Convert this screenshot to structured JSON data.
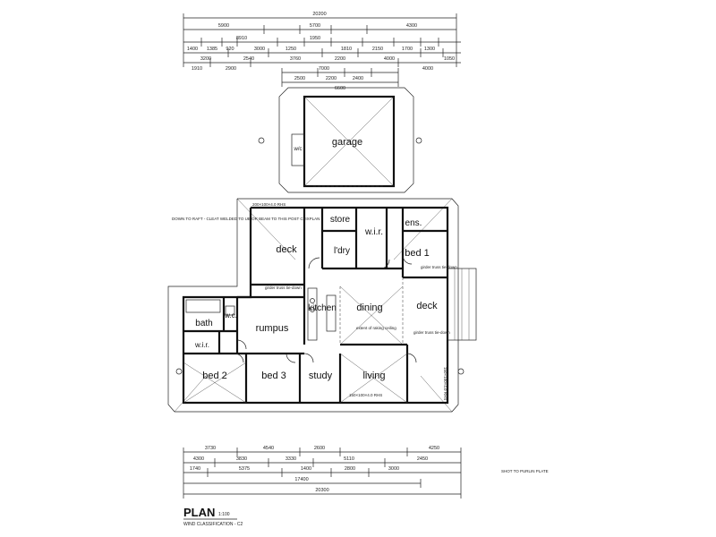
{
  "plan": {
    "title": "PLAN",
    "scale": "1:100",
    "wind_classification": "WIND CLASSIFICATION - C2"
  },
  "rooms": {
    "garage": "garage",
    "wc_garage": "w/c",
    "store": "store",
    "wir_master": "w.i.r.",
    "ens": "ens.",
    "deck_nw": "deck",
    "ldry": "l'dry",
    "bed1": "bed 1",
    "kitchen": "kitchen",
    "dining": "dining",
    "deck_e": "deck",
    "bath": "bath",
    "wc_bath": "w.c.",
    "wir_bed2": "w.i.r.",
    "rumpus": "rumpus",
    "bed2": "bed 2",
    "bed3": "bed 3",
    "study": "study",
    "living": "living"
  },
  "dimensions": {
    "top_overall": "20200",
    "top_row1": [
      "5900",
      "5700",
      "4300"
    ],
    "top_row2": [
      "8910",
      "1950"
    ],
    "top_row3": [
      "1400",
      "1385",
      "920",
      "3000",
      "1250",
      "1810",
      "2150",
      "1700",
      "1300"
    ],
    "top_row4": [
      "3200",
      "2540",
      "3760",
      "2200",
      "4000",
      "1050"
    ],
    "top_row5": [
      "1910",
      "2900",
      "7000",
      "4000"
    ],
    "garage_top": [
      "2500",
      "2200",
      "2400"
    ],
    "garage_overall": "6600",
    "bottom_row1": [
      "3730",
      "4540",
      "2600",
      "4250"
    ],
    "bottom_row2": [
      "4300",
      "3830",
      "3330",
      "5110",
      "2450"
    ],
    "bottom_row3": [
      "1740",
      "5375",
      "1400",
      "2800",
      "3000"
    ],
    "bottom_sub": "17400",
    "bottom_overall": "20300"
  },
  "notes": {
    "downpipe": "DOWN TO RAFT - CLEAT WELDED TO UB OR BEAM TO THIS POST CFIXPLAN",
    "girder_truss_1": "girder truss tie-down",
    "girder_truss_2": "girder truss tie-down",
    "girder_truss_3": "girder truss tie-down",
    "extent_ceiling": "extent of raking ceiling",
    "beam_top": "200×100×4.0 RHS",
    "beam_living": "150×100×4.0 RHS",
    "col_deck": "150×100×4.0 RHS",
    "strut": "SHOT TO PURLIN PLATE"
  }
}
